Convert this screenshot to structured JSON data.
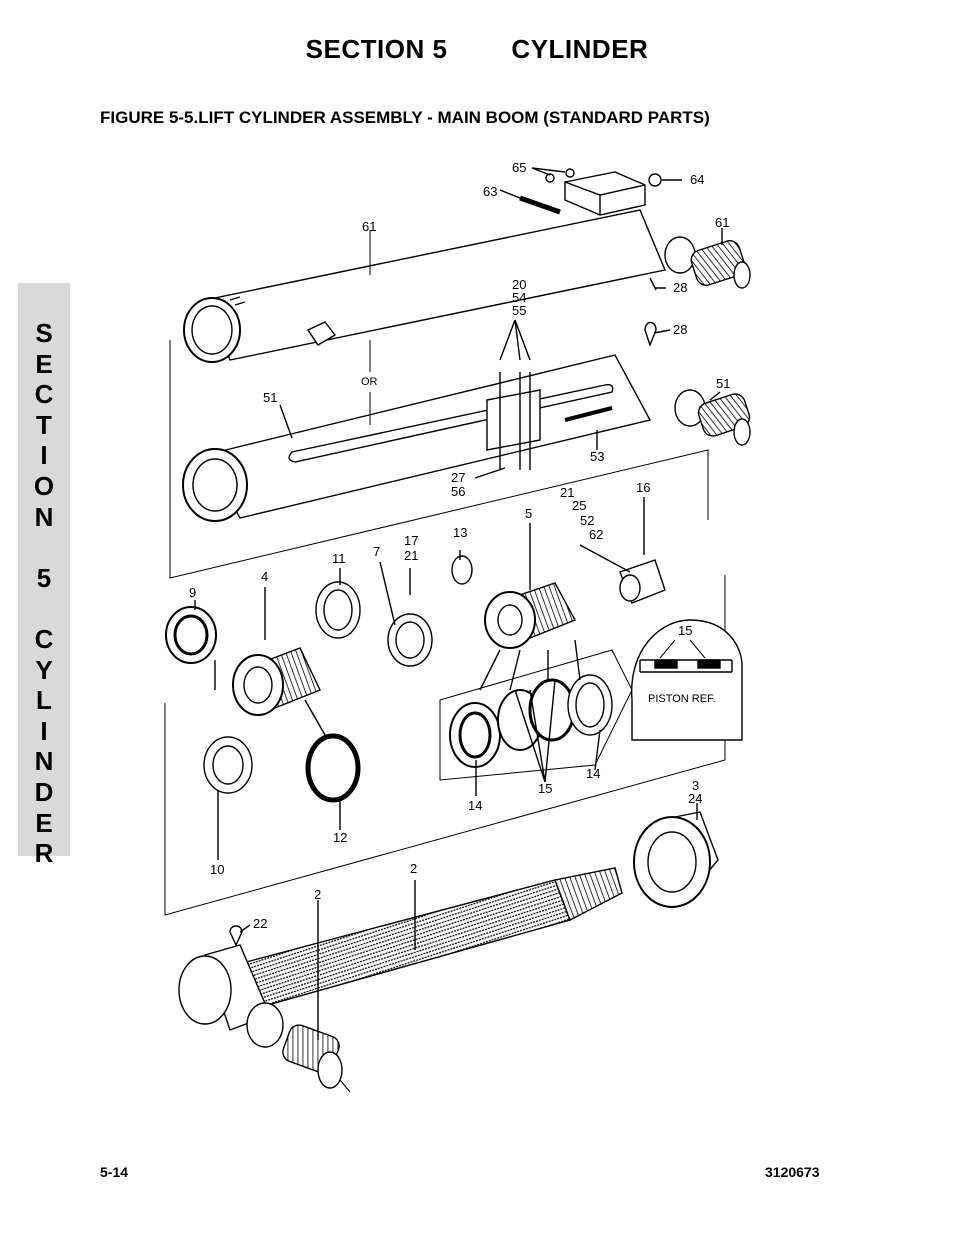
{
  "header": {
    "section": "SECTION 5",
    "chapter": "CYLINDER"
  },
  "figure": {
    "title": "FIGURE 5-5.LIFT CYLINDER ASSEMBLY - MAIN BOOM (STANDARD PARTS)"
  },
  "side_tab": {
    "letters": [
      "S",
      "E",
      "C",
      "T",
      "I",
      "O",
      "N",
      "",
      "5",
      "",
      "C",
      "Y",
      "L",
      "I",
      "N",
      "D",
      "E",
      "R"
    ]
  },
  "callouts": {
    "c65": "65",
    "c64": "64",
    "c63": "63",
    "c61a": "61",
    "c61b": "61",
    "c28a": "28",
    "c28b": "28",
    "c20": "20",
    "c54": "54",
    "c55": "55",
    "c51a": "51",
    "c51b": "51",
    "or": "OR",
    "c53": "53",
    "c27": "27",
    "c56": "56",
    "c21a": "21",
    "c25": "25",
    "c52": "52",
    "c62": "62",
    "c16": "16",
    "c13": "13",
    "c5": "5",
    "c17": "17",
    "c21b": "21",
    "c7": "7",
    "c11": "11",
    "c4": "4",
    "c9": "9",
    "c15a": "15",
    "piston_ref": "PISTON REF.",
    "c14a": "14",
    "c14b": "14",
    "c15b": "15",
    "c3": "3",
    "c24": "24",
    "c12": "12",
    "c10": "10",
    "c2a": "2",
    "c2b": "2",
    "c22": "22"
  },
  "footer": {
    "page": "5-14",
    "doc_number": "3120673"
  }
}
